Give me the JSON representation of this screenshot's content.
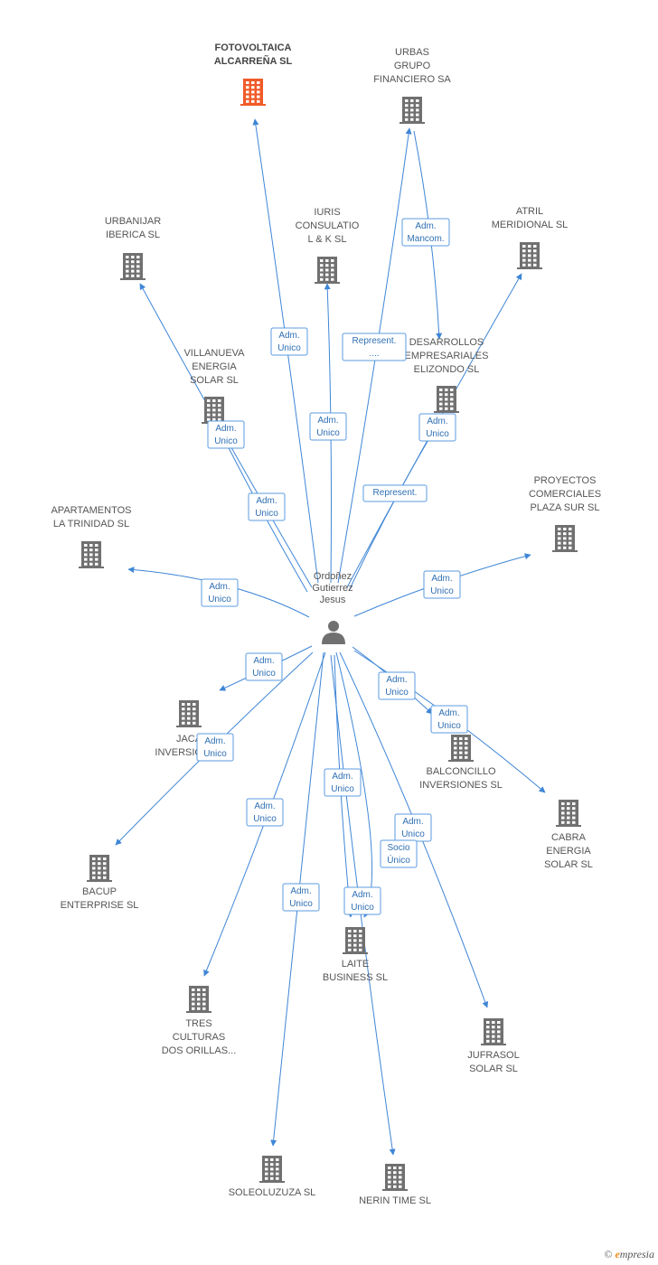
{
  "center": {
    "name_lines": [
      "Ordoñez",
      "Gutierrez",
      "Jesus"
    ]
  },
  "nodes": [
    {
      "id": "fotovoltaica",
      "lines": [
        "FOTOVOLTAICA",
        "ALCARREÑA SL"
      ],
      "highlight": true
    },
    {
      "id": "urbas",
      "lines": [
        "URBAS",
        "GRUPO",
        "FINANCIERO SA"
      ]
    },
    {
      "id": "urbanijar",
      "lines": [
        "URBANIJAR",
        "IBERICA SL"
      ]
    },
    {
      "id": "iuris",
      "lines": [
        "IURIS",
        "CONSULATIO",
        "L & K SL"
      ]
    },
    {
      "id": "atril",
      "lines": [
        "ATRIL",
        "MERIDIONAL  SL"
      ]
    },
    {
      "id": "villanueva",
      "lines": [
        "VILLANUEVA",
        "ENERGIA",
        "SOLAR SL"
      ]
    },
    {
      "id": "desarrollos",
      "lines": [
        "DESARROLLOS",
        "EMPRESARIALES",
        "ELIZONDO SL"
      ]
    },
    {
      "id": "apartamentos",
      "lines": [
        "APARTAMENTOS",
        "LA TRINIDAD  SL"
      ]
    },
    {
      "id": "proyectos",
      "lines": [
        "PROYECTOS",
        "COMERCIALES",
        "PLAZA SUR  SL"
      ]
    },
    {
      "id": "jaca",
      "lines": [
        "JACA",
        "INVERSIONES"
      ]
    },
    {
      "id": "balconcillo",
      "lines": [
        "BALCONCILLO",
        "INVERSIONES SL"
      ]
    },
    {
      "id": "cabra",
      "lines": [
        "CABRA",
        "ENERGIA",
        "SOLAR SL"
      ]
    },
    {
      "id": "bacup",
      "lines": [
        "BACUP",
        "ENTERPRISE SL"
      ]
    },
    {
      "id": "laite",
      "lines": [
        "LAITE",
        "BUSINESS SL"
      ]
    },
    {
      "id": "tres",
      "lines": [
        "TRES",
        "CULTURAS",
        "DOS ORILLAS..."
      ]
    },
    {
      "id": "jufrasol",
      "lines": [
        "JUFRASOL",
        "SOLAR SL"
      ]
    },
    {
      "id": "soleoluzuza",
      "lines": [
        "SOLEOLUZUZA SL"
      ]
    },
    {
      "id": "nerin",
      "lines": [
        "NERIN TIME SL"
      ]
    }
  ],
  "edges": [
    {
      "to": "fotovoltaica",
      "label": [
        "Adm.",
        "Unico"
      ]
    },
    {
      "to": "iuris",
      "label": [
        "Adm.",
        "Unico"
      ]
    },
    {
      "to": "urbas",
      "label": [
        "Represent.",
        "...."
      ]
    },
    {
      "from": "urbas",
      "to": "desarrollos",
      "label": [
        "Adm.",
        "Mancom."
      ]
    },
    {
      "to": "urbanijar",
      "label": [
        "Adm.",
        "Unico"
      ]
    },
    {
      "to": "villanueva",
      "label": [
        "Adm.",
        "Unico"
      ]
    },
    {
      "to": "atril",
      "label": [
        "Adm.",
        "Unico"
      ]
    },
    {
      "to": "desarrollos",
      "label": [
        "Represent."
      ]
    },
    {
      "to": "apartamentos",
      "label": [
        "Adm.",
        "Unico"
      ]
    },
    {
      "to": "proyectos",
      "label": [
        "Adm.",
        "Unico"
      ]
    },
    {
      "to": "jaca",
      "label": [
        "Adm.",
        "Unico"
      ]
    },
    {
      "to": "bacup",
      "label": [
        "Adm.",
        "Unico"
      ]
    },
    {
      "to": "cabra",
      "label": [
        "Adm.",
        "Unico"
      ]
    },
    {
      "to": "balconcillo",
      "label": [
        "Adm.",
        "Unico"
      ]
    },
    {
      "to": "tres",
      "label": [
        "Adm.",
        "Unico"
      ]
    },
    {
      "to": "laite",
      "label": [
        "Adm.",
        "Unico"
      ]
    },
    {
      "to": "jufrasol",
      "label": [
        "Adm.",
        "Unico"
      ]
    },
    {
      "to": "laite",
      "label": [
        "Socio",
        "Único"
      ]
    },
    {
      "to": "nerin",
      "label": [
        "Adm.",
        "Unico"
      ]
    },
    {
      "to": "soleoluzuza",
      "label": [
        "Adm.",
        "Unico"
      ]
    }
  ],
  "colors": {
    "edge": "#3f86d6",
    "building": "#707070",
    "highlight": "#f05a28",
    "label_border": "#5b9be0"
  },
  "footer": {
    "copyright": "©",
    "brand_initial": "e",
    "brand_rest": "mpresia"
  }
}
